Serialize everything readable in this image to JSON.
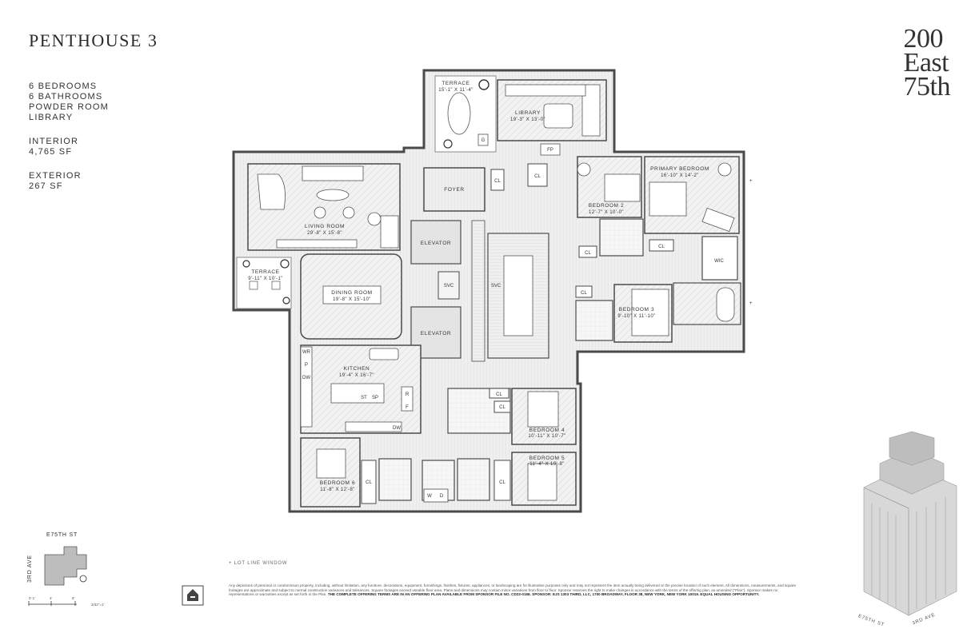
{
  "header": {
    "title": "PENTHOUSE 3",
    "features": [
      "6 BEDROOMS",
      "6 BATHROOMS",
      "POWDER ROOM",
      "LIBRARY"
    ],
    "interior_label": "INTERIOR",
    "interior_value": "4,765 SF",
    "exterior_label": "EXTERIOR",
    "exterior_value": "267 SF"
  },
  "logo": {
    "line1": "200",
    "line2": "East",
    "line3": "75th"
  },
  "rooms": {
    "terrace_top": {
      "name": "TERRACE",
      "dim": "15'-1\" X 11'-4\""
    },
    "library": {
      "name": "LIBRARY",
      "dim": "19'-3\" X 13'-0\""
    },
    "foyer": {
      "name": "FOYER"
    },
    "living": {
      "name": "LIVING ROOM",
      "dim": "29'-8\" X 15'-8\""
    },
    "terrace_left": {
      "name": "TERRACE",
      "dim": "9'-11\" X 10'-1\""
    },
    "dining": {
      "name": "DINING ROOM",
      "dim": "19'-8\" X 15'-10\""
    },
    "kitchen": {
      "name": "KITCHEN",
      "dim": "19'-4\" X 16'-7\""
    },
    "primary": {
      "name": "PRIMARY BEDROOM",
      "dim": "16'-10\" X 14'-2\""
    },
    "bed2": {
      "name": "BEDROOM 2",
      "dim": "12'-7\" X 10'-0\""
    },
    "bed3": {
      "name": "BEDROOM 3",
      "dim": "9'-10\" X 11'-10\""
    },
    "bed4": {
      "name": "BEDROOM 4",
      "dim": "10'-11\" X 10'-7\""
    },
    "bed5": {
      "name": "BEDROOM 5",
      "dim": "11'-4\" X 10'-8\""
    },
    "bed6": {
      "name": "BEDROOM 6",
      "dim": "11'-8\" X 12'-8\""
    },
    "elevator": "ELEVATOR",
    "svc": "SVC",
    "wic": "WIC",
    "cl": "CL",
    "fp": "FP",
    "g": "G",
    "wr": "WR",
    "p": "P",
    "dw": "DW",
    "r": "R",
    "f": "F",
    "st": "ST",
    "sp": "SP",
    "w": "W",
    "d": "D"
  },
  "keyplan": {
    "street_top": "E75TH ST",
    "street_side": "3RD AVE",
    "scale_ticks": [
      "0' 1'",
      "4'",
      "8'"
    ],
    "scale_note": "3/32\"=1'"
  },
  "legend": {
    "text": "+ LOT LINE WINDOW",
    "mark": "+"
  },
  "disclaimer": {
    "body": "Any depictions of personal or condominium property, including, without limitation, any furniture, decorations, equipment, furnishings, finishes, fixtures, appliances, or landscaping are for illustrative purposes only and may not represent the item actually being delivered or the precise location of such element. All dimensions, measurements, and square footages are approximate and subject to normal construction variances and tolerances. Square footages exceed useable floor area. Plans and dimensions may contain minor variations from floor to floor. Sponsor reserves the right to make changes in accordance with the terms of the offering plan, as amended (\"Plan\"). Sponsor makes no representations or warranties except as set forth in the Plan.",
    "bold": "THE COMPLETE OFFERING TERMS ARE IN AN OFFERING PLAN AVAILABLE FROM SPONSOR FILE NO. CD23-0158. SPONSOR: EJS 1303 THIRD, LLC, 1700 BROADWAY, FLOOR 38, NEW YORK, NEW YORK 10019. EQUAL HOUSING OPPORTUNITY."
  },
  "building": {
    "street1": "E75TH ST",
    "street2": "3RD AVE"
  },
  "colors": {
    "wall": "#4a4a4a",
    "floor": "#eeeeee",
    "hatch": "#d6d6d6",
    "stair": "#e4e4e4"
  }
}
